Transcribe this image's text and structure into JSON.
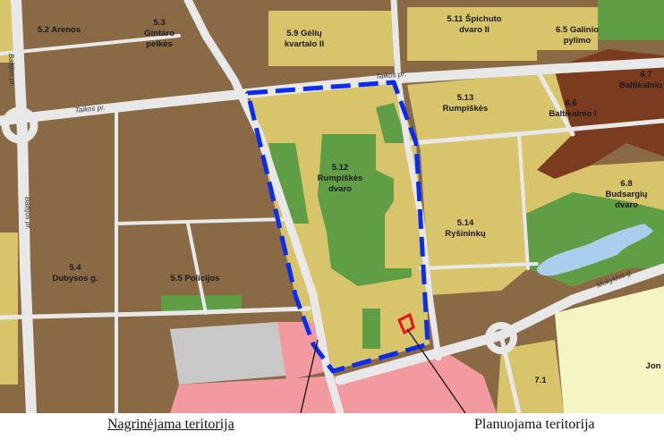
{
  "colors": {
    "brown": "#8a6a45",
    "tan": "#d8c46a",
    "green": "#5f9e45",
    "dark_brown": "#7b3b1f",
    "road": "#e8e8e8",
    "water": "#a9cdea",
    "gray": "#c8c8c8",
    "red_zone": "#f39aa0",
    "pale": "#f5f5c4",
    "boundary_blue": "#0a2cf0",
    "plan_red": "#ee1111"
  },
  "zones": [
    {
      "code": "5.2",
      "name": "Arenos"
    },
    {
      "code": "5.3",
      "name": "Gintaro pelkės"
    },
    {
      "code": "5.9",
      "name": "Gėlių kvartalo II"
    },
    {
      "code": "5.11",
      "name": "Špichuto dvaro II"
    },
    {
      "code": "6.5",
      "name": "Galinio pylimo"
    },
    {
      "code": "6.7",
      "name": "Baltikalnio"
    },
    {
      "code": "5.13",
      "name": "Rumpiškės"
    },
    {
      "code": "6.6",
      "name": "Baltikalnio I"
    },
    {
      "code": "5.12",
      "name": "Rumpiškės dvaro"
    },
    {
      "code": "6.8",
      "name": "Budsargių dvaro"
    },
    {
      "code": "5.14",
      "name": "Ryšininkų"
    },
    {
      "code": "5.4",
      "name": "Dubysos g."
    },
    {
      "code": "5.5",
      "name": "Policijos"
    },
    {
      "code": "7.1",
      "name": ""
    },
    {
      "code": "",
      "name": "Jon"
    }
  ],
  "streets": {
    "taikos_1": "Taikos pr.",
    "taikos_2": "Taikos pr.",
    "baltijos_1": "Baltijos pr.",
    "baltijos_2": "Baltijos pr.",
    "mokyklos": "Mokyklos g."
  },
  "captions": {
    "left": "Nagrinėjama teritorija",
    "right": "Planuojama teritorija"
  }
}
